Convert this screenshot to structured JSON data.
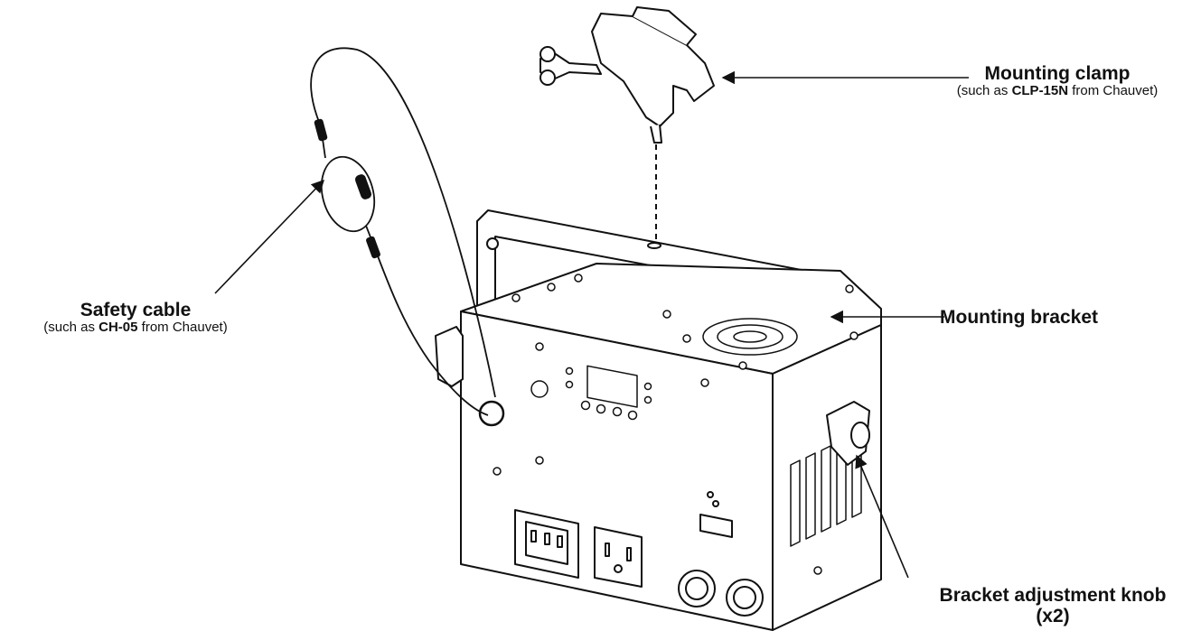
{
  "callouts": {
    "mounting_clamp": {
      "title": "Mounting clamp",
      "sub_prefix": "(such as ",
      "sub_model": "CLP-15N",
      "sub_suffix": " from Chauvet)"
    },
    "safety_cable": {
      "title": "Safety cable",
      "sub_prefix": "(such as ",
      "sub_model": "CH-05",
      "sub_suffix": " from Chauvet)"
    },
    "mounting_bracket": {
      "title": "Mounting bracket"
    },
    "bracket_knob": {
      "title": "Bracket adjustment knob",
      "count": "(x2)"
    }
  },
  "colors": {
    "line": "#111111",
    "background": "#ffffff"
  }
}
